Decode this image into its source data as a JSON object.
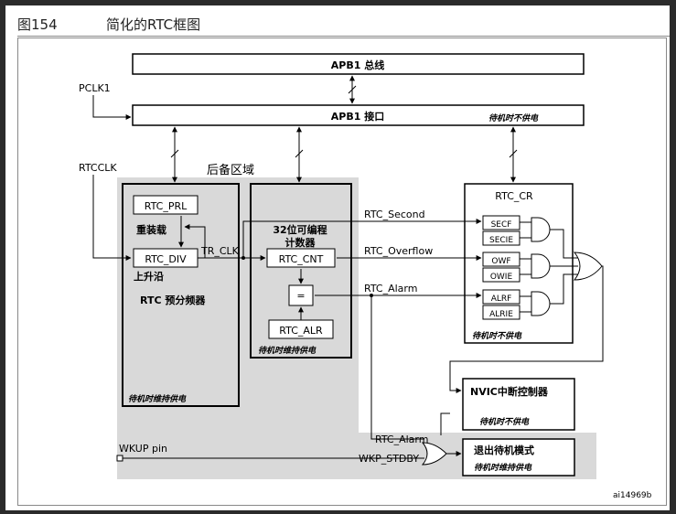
{
  "header": {
    "figure_number": "图154",
    "figure_title": "简化的RTC框图"
  },
  "diagram": {
    "apb1_bus": "APB1 总线",
    "apb1_interface": "APB1 接口",
    "apb1_interface_note": "待机时不供电",
    "pclk1": "PCLK1",
    "rtcclk": "RTCCLK",
    "backup_domain": "后备区域",
    "prescaler": {
      "prl": "RTC_PRL",
      "reload": "重装载",
      "div": "RTC_DIV",
      "rising_edge": "上升沿",
      "name": "RTC 预分频器",
      "note": "待机时维持供电"
    },
    "tr_clk": "TR_CLK",
    "counter": {
      "title_line1": "32位可编程",
      "title_line2": "计数器",
      "cnt": "RTC_CNT",
      "compare": "=",
      "alr": "RTC_ALR",
      "note": "待机时维持供电"
    },
    "signals": {
      "second": "RTC_Second",
      "overflow": "RTC_Overflow",
      "alarm": "RTC_Alarm",
      "alarm2": "RTC_Alarm",
      "wkp_stdby": "WKP_STDBY"
    },
    "rtc_cr": {
      "title": "RTC_CR",
      "bits": [
        "SECF",
        "SECIE",
        "OWF",
        "OWIE",
        "ALRF",
        "ALRIE"
      ],
      "note": "待机时不供电"
    },
    "nvic": {
      "label": "NVIC中断控制器",
      "note": "待机时不供电"
    },
    "exit_standby": {
      "label": "退出待机模式",
      "note": "待机时维持供电"
    },
    "wkup_pin": "WKUP pin",
    "ref_code": "ai14969b"
  }
}
